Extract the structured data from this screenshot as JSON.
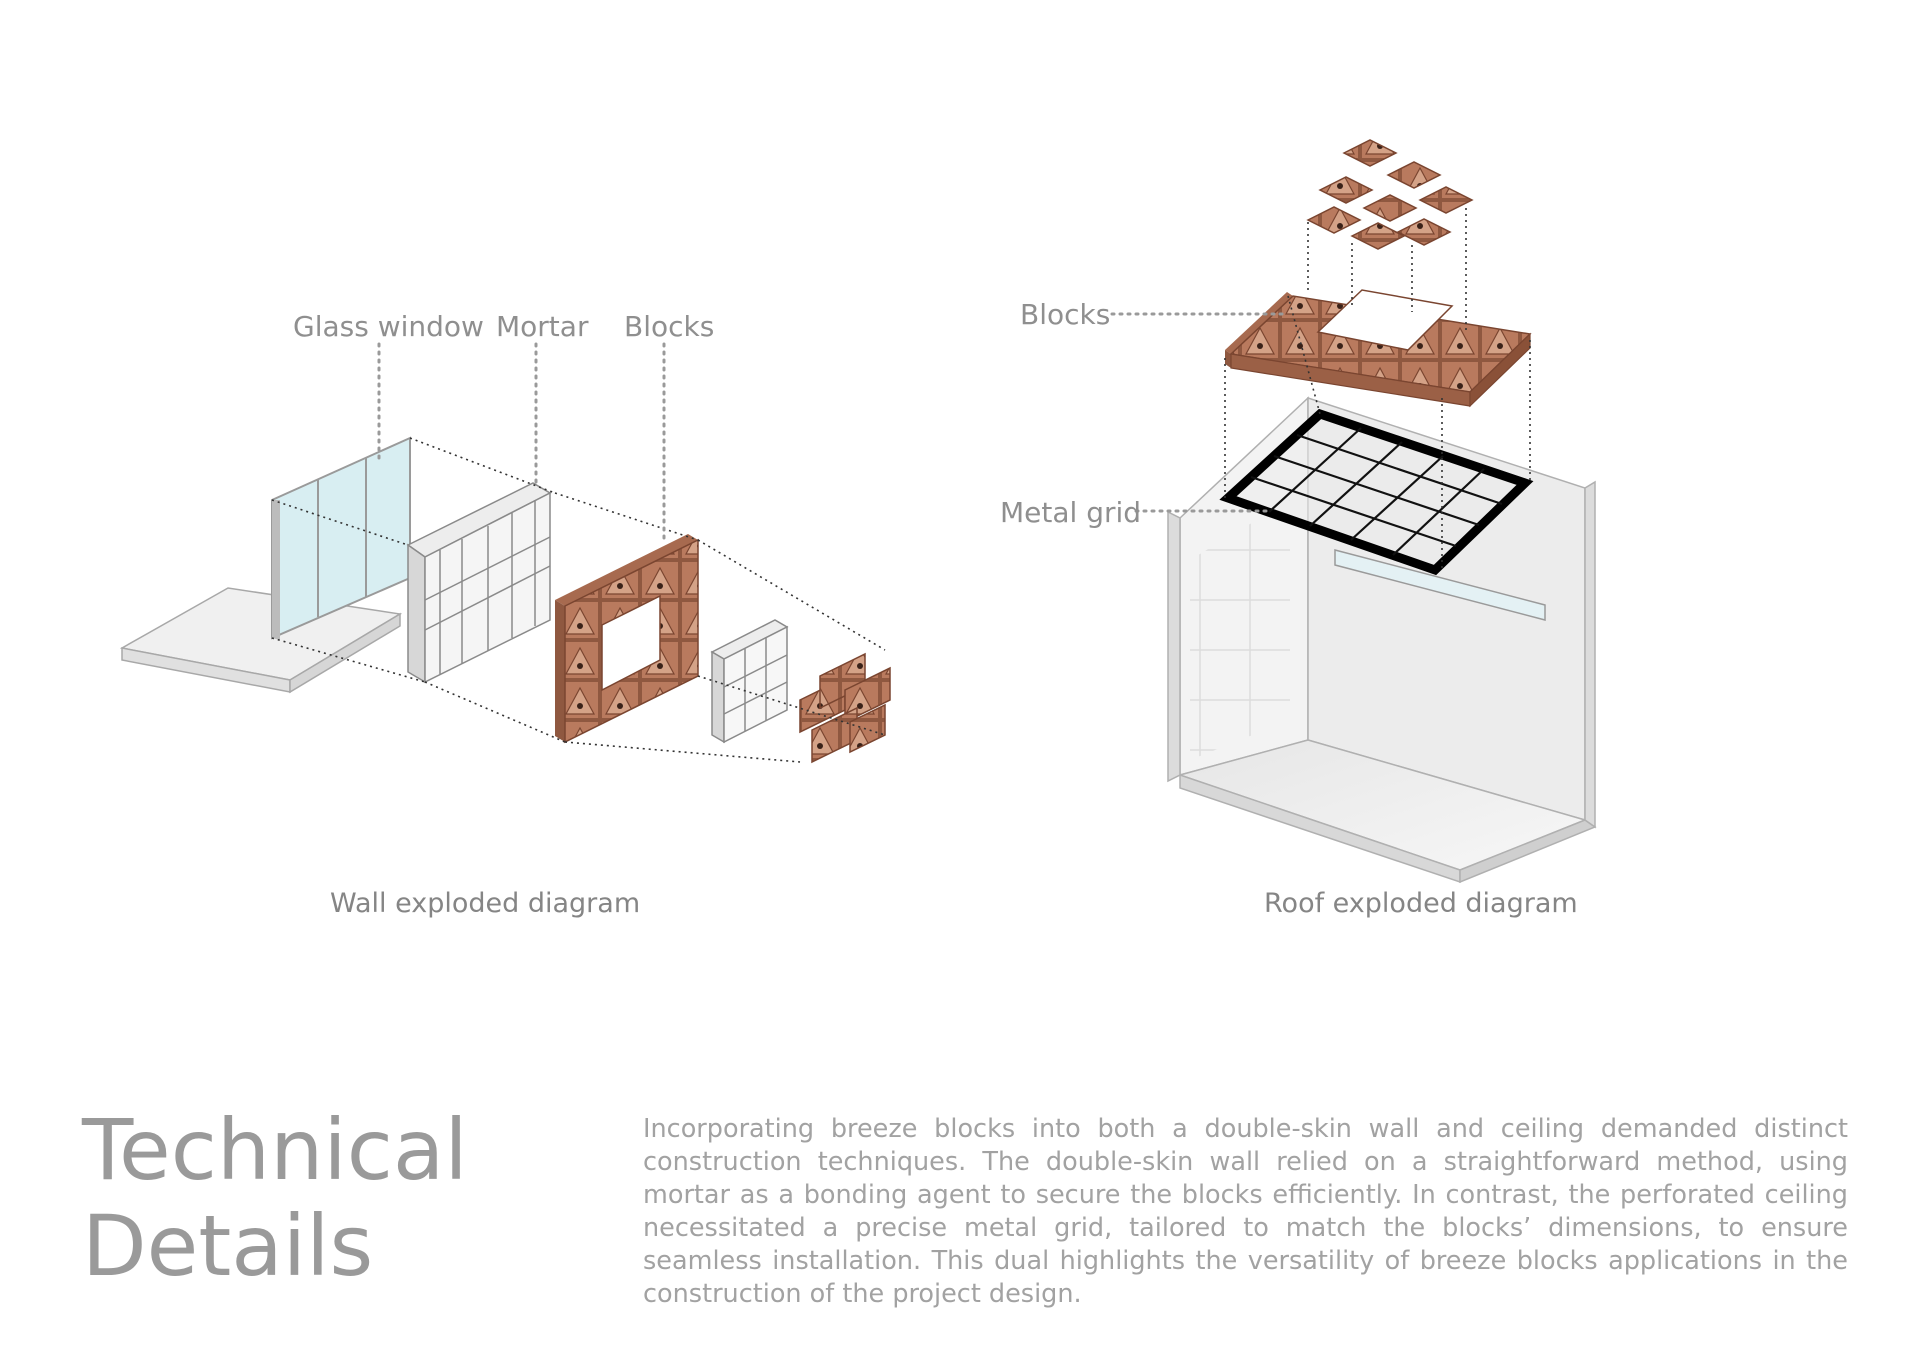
{
  "wall": {
    "labels": {
      "glass_window": "Glass window",
      "mortar": "Mortar",
      "blocks": "Blocks"
    },
    "caption": "Wall exploded diagram"
  },
  "roof": {
    "labels": {
      "blocks": "Blocks",
      "metal_grid": "Metal grid"
    },
    "caption": "Roof exploded diagram"
  },
  "section": {
    "title_line1": "Technical",
    "title_line2": "Details",
    "description": "Incorporating breeze blocks into both a double-skin wall and ceiling demanded distinct construction techniques. The double-skin wall relied on a straightforward method, using mortar as a bonding agent to secure the blocks efficiently. In contrast, the perforated ceiling necessitated a precise metal grid, tailored to match the blocks’ dimensions, to ensure seamless installation. This dual highlights the versatility of breeze blocks applications in the construction of the project design."
  },
  "colors": {
    "block": "#b97a5e",
    "block_dark": "#8f5840",
    "glass": "#d8eef2",
    "label": "#8f8f8f",
    "leader": "#9a9a9a"
  }
}
